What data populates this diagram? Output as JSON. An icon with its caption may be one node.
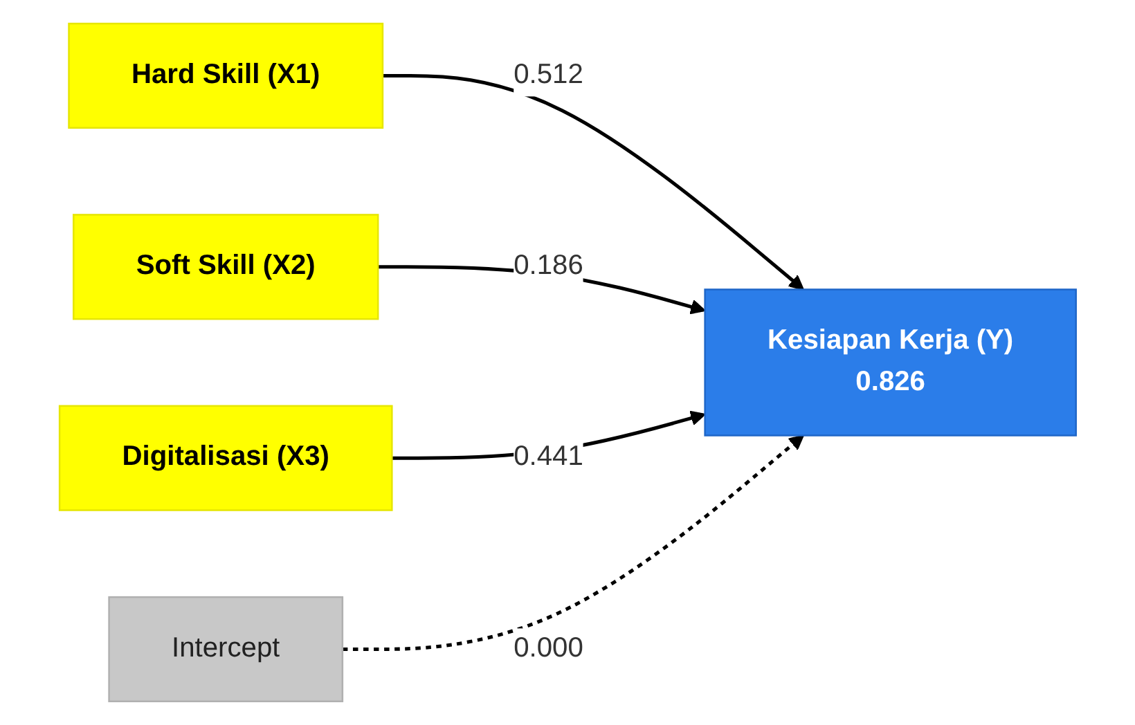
{
  "diagram": {
    "nodes": [
      {
        "text": [
          "Hard Skill (X1)"
        ]
      },
      {
        "text": [
          "Soft Skill (X2)"
        ]
      },
      {
        "text": [
          "Digitalisasi (X3)"
        ]
      },
      {
        "text": [
          "Intercept"
        ]
      },
      {
        "text": [
          "Kesiapan Kerja (Y)",
          "0.826"
        ]
      }
    ],
    "edges": [
      {
        "from": 0,
        "to": 4,
        "arrow": "to",
        "label": "0.512"
      },
      {
        "from": 1,
        "to": 4,
        "arrow": "to",
        "label": "0.186"
      },
      {
        "from": 2,
        "to": 4,
        "arrow": "to",
        "label": "0.441"
      },
      {
        "from": 3,
        "to": 4,
        "arrow": "to",
        "label": "0.000",
        "style": "dashed"
      }
    ]
  }
}
